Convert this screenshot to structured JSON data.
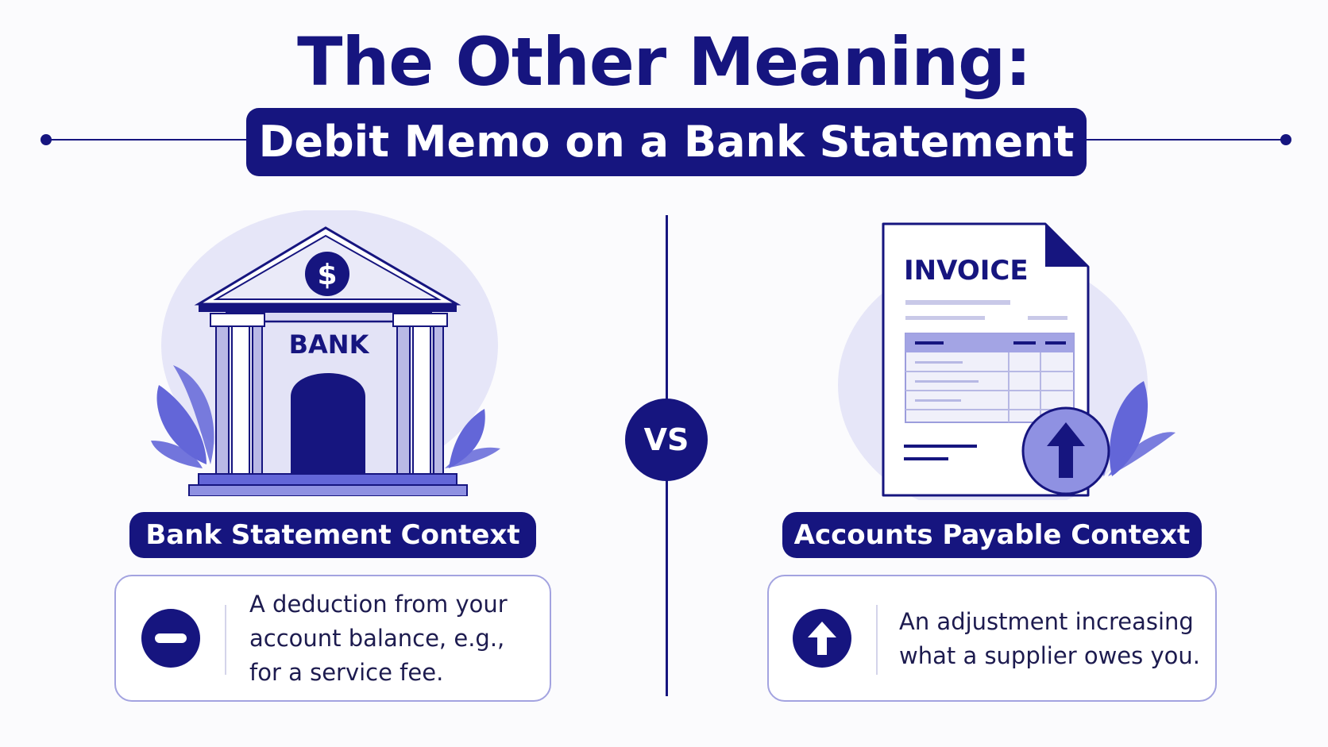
{
  "title": "The Other Meaning:",
  "subtitle": "Debit Memo on a Bank Statement",
  "vs_label": "VS",
  "left": {
    "bank_sign": "BANK",
    "currency_symbol": "$",
    "context_label": "Bank Statement Context",
    "description": "A deduction from your account balance, e.g., for a service fee.",
    "icon": "minus-icon"
  },
  "right": {
    "invoice_heading": "INVOICE",
    "context_label": "Accounts Payable Context",
    "description": "An adjustment increasing what a supplier owes you.",
    "icon": "arrow-up-icon"
  },
  "colors": {
    "primary": "#16157f",
    "accent": "#6366d8",
    "light": "#e6e6f8"
  }
}
